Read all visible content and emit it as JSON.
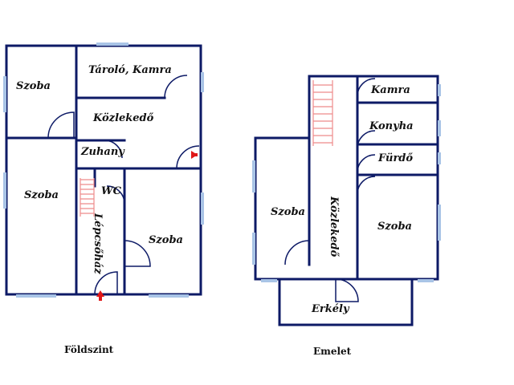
{
  "ground_floor": {
    "caption": "Földszint",
    "rooms": {
      "szoba_top": "Szoba",
      "tarolo": "Tároló, Kamra",
      "kozlekedo": "Közlekedő",
      "zuhany": "Zuhany",
      "wc": "WC",
      "szoba_left": "Szoba",
      "lepcsohaz": "Lépcsőház",
      "szoba_right": "Szoba"
    }
  },
  "upper_floor": {
    "caption": "Emelet",
    "rooms": {
      "kamra": "Kamra",
      "konyha": "Konyha",
      "furdo": "Fürdő",
      "szoba_left": "Szoba",
      "kozlekedo": "Közlekedő",
      "szoba_right": "Szoba",
      "erkely": "Erkély"
    }
  },
  "colors": {
    "wall": "#0d1a66",
    "window": "#a9c4e6",
    "stairs": "#ee8a8a",
    "arrow": "#e01818"
  }
}
